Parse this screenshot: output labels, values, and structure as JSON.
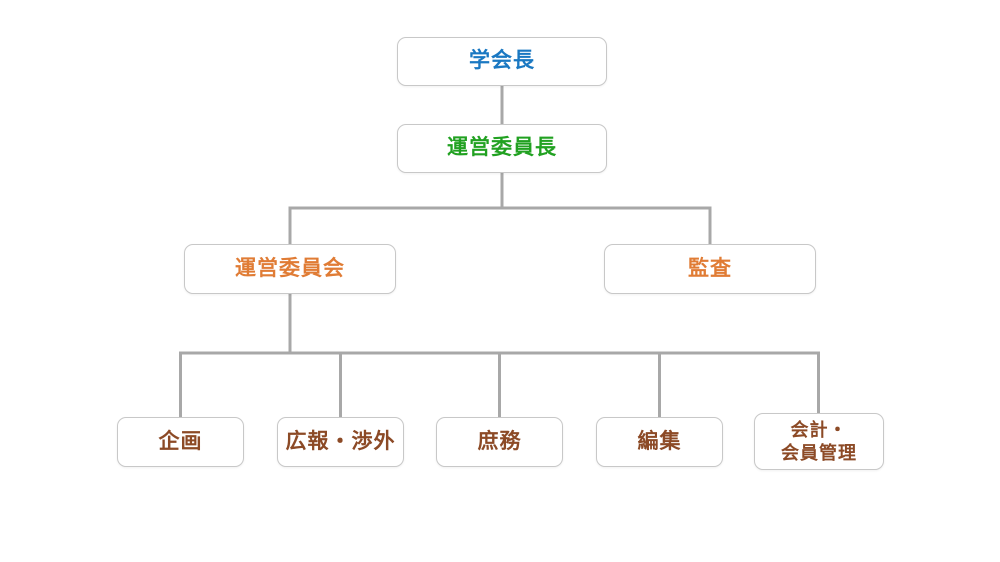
{
  "page": {
    "background_color": "#ffffff"
  },
  "colors": {
    "level1_text": "#1a78c2",
    "level2_text": "#21a121",
    "level3_text": "#e07c35",
    "level4_text": "#8c4a26",
    "box_border": "#c8c8c8",
    "box_fill": "#ffffff",
    "connector": "#a8a8a8"
  },
  "org_chart": {
    "type": "organization-chart",
    "nodes": [
      {
        "label": "学会長",
        "text_color": "#1a78c2",
        "level": 1,
        "parent": null
      },
      {
        "label": "運営委員長",
        "text_color": "#21a121",
        "level": 2,
        "parent": "学会長"
      },
      {
        "label": "運営委員会",
        "text_color": "#e07c35",
        "level": 3,
        "parent": "運営委員長"
      },
      {
        "label": "監査",
        "text_color": "#e07c35",
        "level": 3,
        "parent": "運営委員長"
      },
      {
        "label": "企画",
        "text_color": "#8c4a26",
        "level": 4,
        "parent": "運営委員会"
      },
      {
        "label": "広報・渉外",
        "text_color": "#8c4a26",
        "level": 4,
        "parent": "運営委員会"
      },
      {
        "label": "庶務",
        "text_color": "#8c4a26",
        "level": 4,
        "parent": "運営委員会"
      },
      {
        "label": "編集",
        "text_color": "#8c4a26",
        "level": 4,
        "parent": "運営委員会"
      },
      {
        "label": "会計・\n会員管理",
        "text_color": "#8c4a26",
        "level": 4,
        "parent": "運営委員会"
      }
    ]
  }
}
